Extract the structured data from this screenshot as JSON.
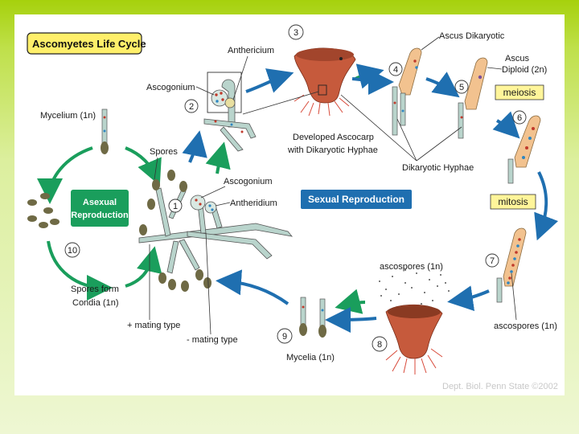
{
  "title": "Ascomyetes Life Cycle",
  "labels": {
    "antheridium_top": "Anthericium",
    "ascogonium_top": "Ascogonium",
    "mycelium": "Mycelium (1n)",
    "spores": "Spores",
    "ascogonium_mid": "Ascogonium",
    "antheridium_mid": "Antheridium",
    "developed_ascocarp_1": "Developed Ascocarp",
    "developed_ascocarp_2": "with Dikaryotic Hyphae",
    "dikaryotic_hyphae": "Dikaryotic Hyphae",
    "ascus_dikaryotic": "Ascus Dikaryotic",
    "ascus_diploid_1": "Ascus",
    "ascus_diploid_2": "Diploid (2n)",
    "meiosis": "meiosis",
    "mitosis": "mitosis",
    "ascospores_top": "ascospores (1n)",
    "ascospores_right": "ascospores (1n)",
    "spores_form_1": "Spores form",
    "spores_form_2": "Condia (1n)",
    "plus_mating": "+ mating type",
    "minus_mating": "- mating type",
    "mycelia": "Mycelia (1n)",
    "copyright": "Dept. Biol. Penn State ©2002"
  },
  "boxes": {
    "asexual_1": "Asexual",
    "asexual_2": "Reproduction",
    "sexual": "Sexual Reproduction"
  },
  "steps": [
    "1",
    "2",
    "3",
    "4",
    "5",
    "6",
    "7",
    "8",
    "9",
    "10"
  ],
  "colors": {
    "green_arrow": "#1a9e5c",
    "blue_arrow": "#1f6fb0",
    "ascus": "#f2c28f",
    "hypha": "#b9d4cc",
    "spore": "#6f6a45",
    "ascocarp": "#c65a3c",
    "label_box": "#fff59a"
  }
}
